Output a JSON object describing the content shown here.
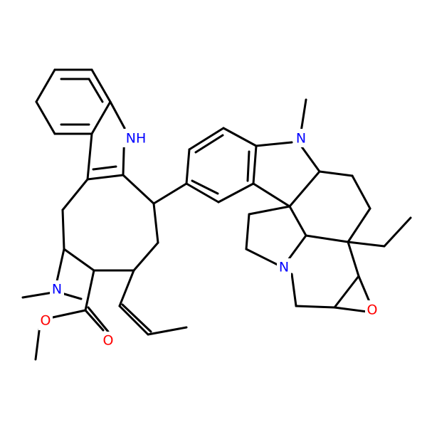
{
  "colors": {
    "background": "#ffffff",
    "bond": "#000000",
    "nitrogen": "#0000ff",
    "oxygen": "#ff0000"
  },
  "atom_labels": [
    {
      "text": "NH",
      "element": "N"
    },
    {
      "text": "N",
      "element": "N"
    },
    {
      "text": "N",
      "element": "N"
    },
    {
      "text": "N",
      "element": "N"
    },
    {
      "text": "O",
      "element": "O"
    },
    {
      "text": "O",
      "element": "O"
    },
    {
      "text": "O",
      "element": "O"
    }
  ]
}
